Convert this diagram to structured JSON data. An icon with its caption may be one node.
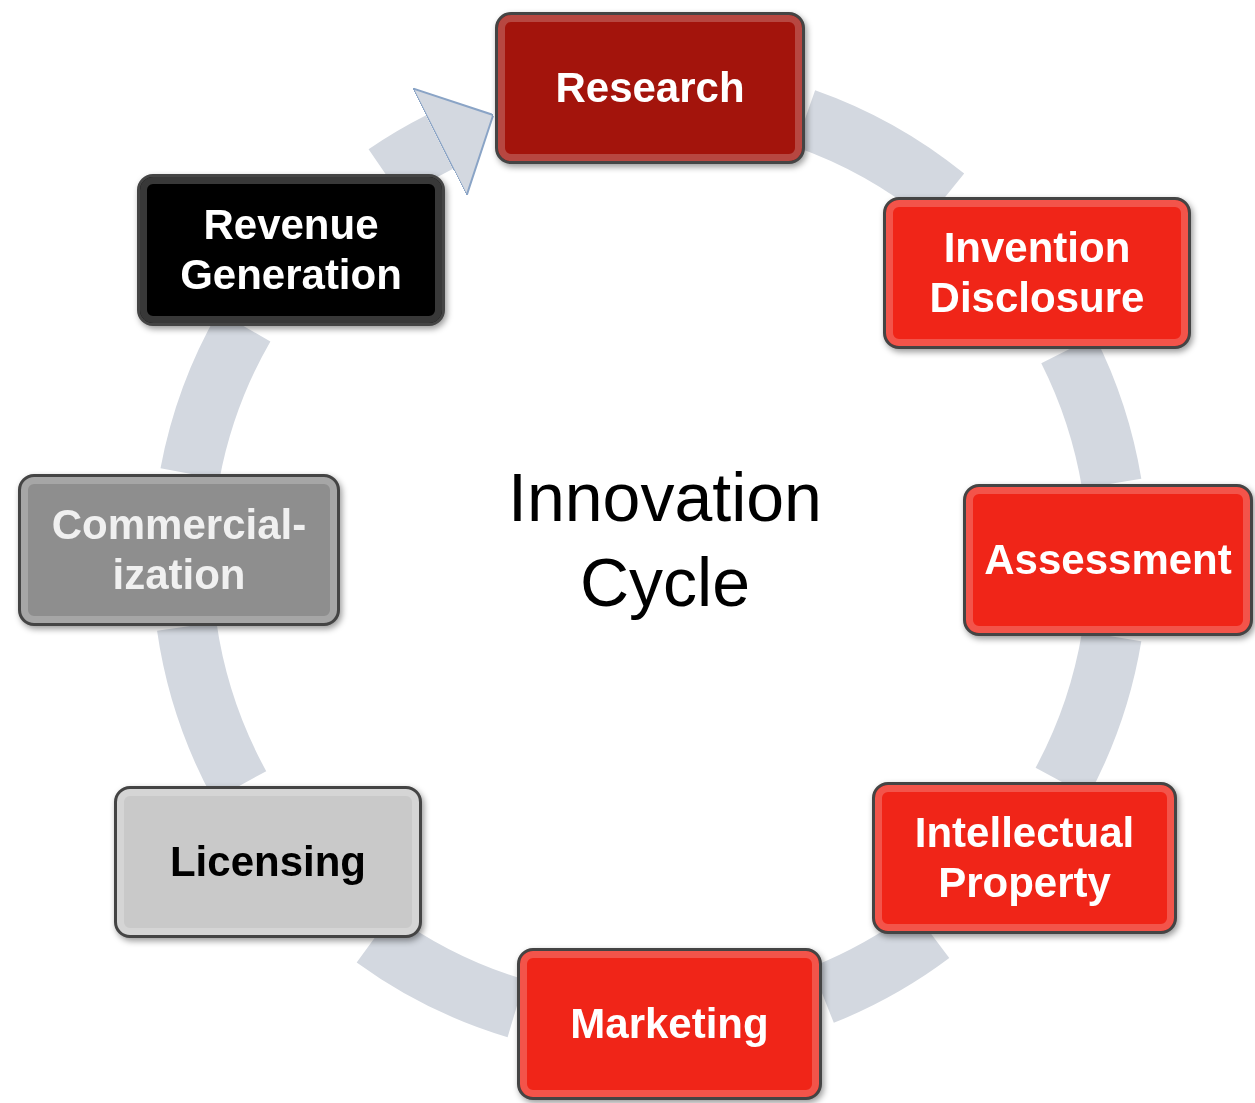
{
  "diagram": {
    "nodes": [
      {
        "text": [
          "Research"
        ]
      },
      {
        "text": [
          "Invention Disclosure"
        ]
      },
      {
        "text": [
          "Assessment"
        ]
      },
      {
        "text": [
          "Intellectual Property"
        ]
      },
      {
        "text": [
          "Marketing"
        ]
      },
      {
        "text": [
          "Licensing"
        ]
      },
      {
        "text": [
          "Commercial- ization"
        ]
      },
      {
        "text": [
          "Revenue Generation"
        ]
      }
    ],
    "edges": [
      {
        "from": 0,
        "to": 1,
        "arrow": "none"
      },
      {
        "from": 1,
        "to": 2,
        "arrow": "none"
      },
      {
        "from": 2,
        "to": 3,
        "arrow": "none"
      },
      {
        "from": 3,
        "to": 4,
        "arrow": "none"
      },
      {
        "from": 4,
        "to": 5,
        "arrow": "none"
      },
      {
        "from": 5,
        "to": 6,
        "arrow": "none"
      },
      {
        "from": 6,
        "to": 7,
        "arrow": "none"
      },
      {
        "from": 7,
        "to": 0,
        "arrow": "to"
      }
    ],
    "labels": [
      "Innovation Cycle"
    ]
  }
}
